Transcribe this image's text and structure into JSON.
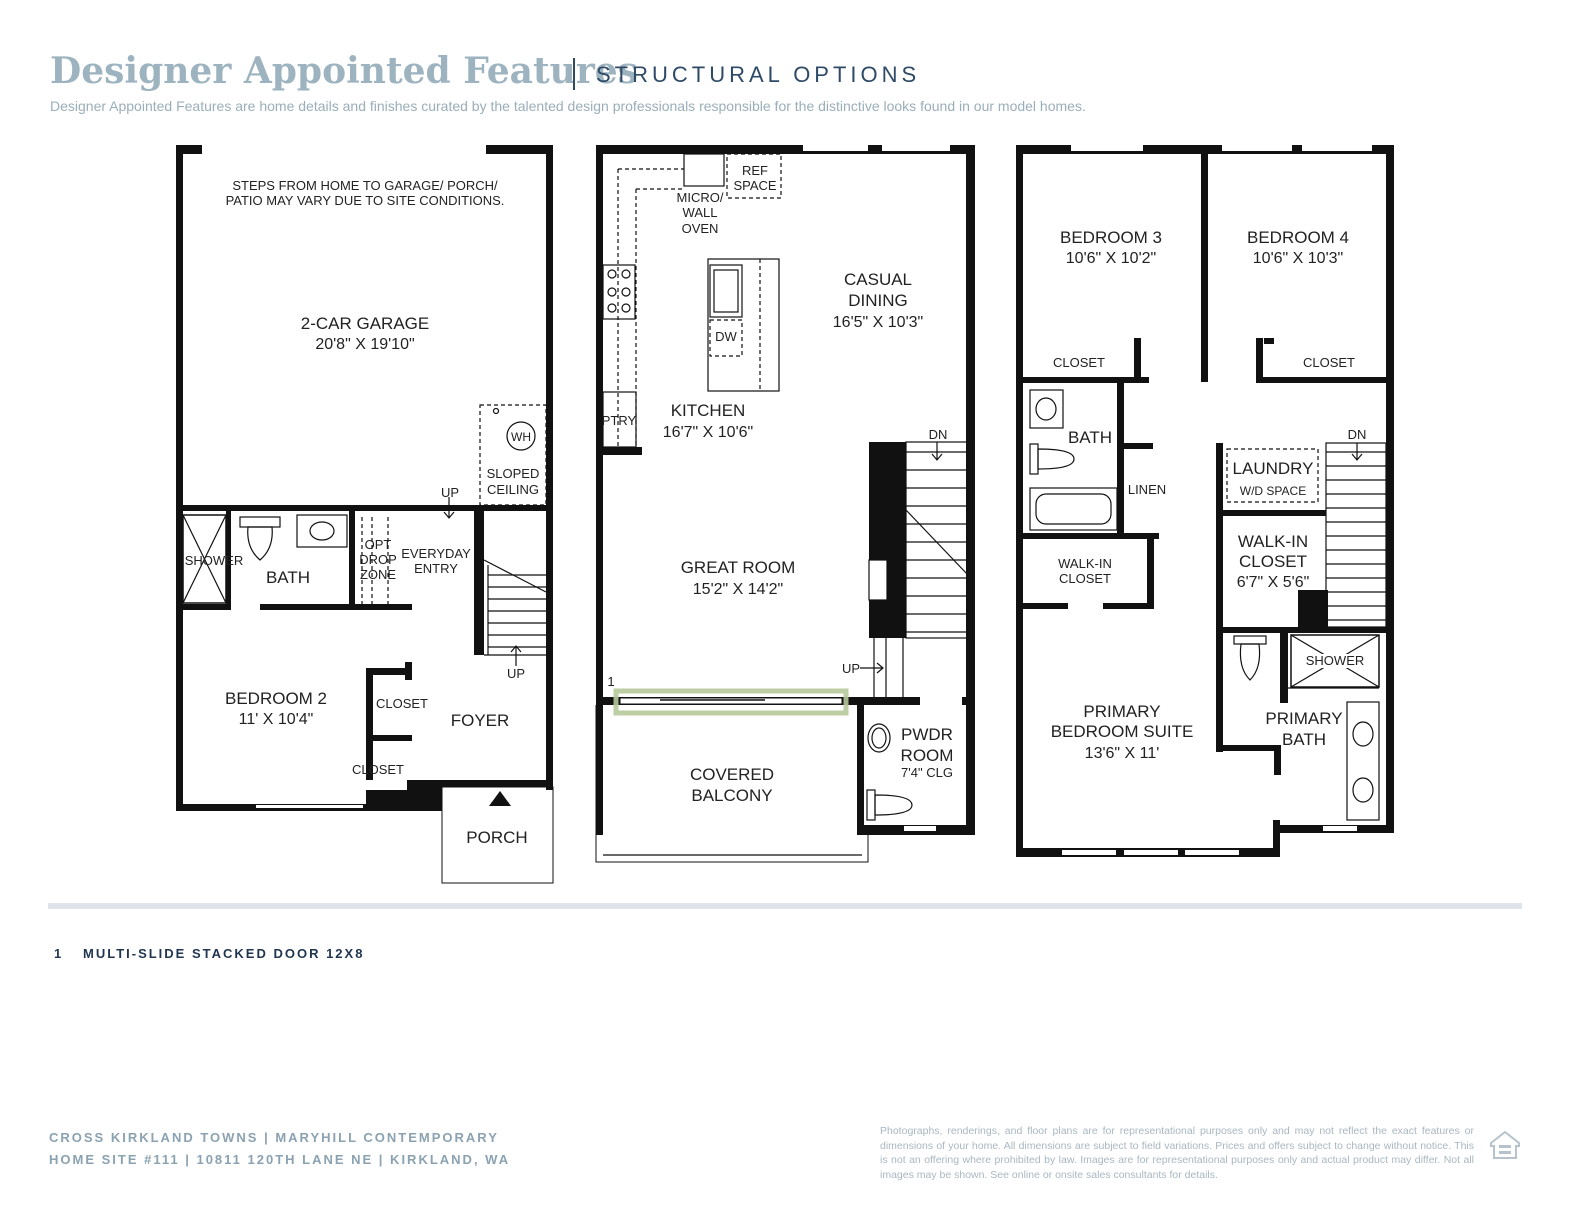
{
  "header": {
    "title": "Designer Appointed Features",
    "section": "STRUCTURAL OPTIONS",
    "subtitle": "Designer Appointed Features are home details and finishes curated by the talented design professionals responsible for the distinctive looks found in our model homes."
  },
  "plan": {
    "level1": {
      "note_line1": "STEPS FROM HOME TO GARAGE/ PORCH/",
      "note_line2": "PATIO MAY VARY DUE TO SITE CONDITIONS.",
      "garage_name": "2-CAR GARAGE",
      "garage_dim": "20'8\" X 19'10\"",
      "wh": "WH",
      "sloped1": "SLOPED",
      "sloped2": "CEILING",
      "up_top": "UP",
      "shower": "SHOWER",
      "bath": "BATH",
      "opt1": "OPT",
      "opt2": "DROP",
      "opt3": "ZONE",
      "everyday1": "EVERYDAY",
      "everyday2": "ENTRY",
      "up_stair": "UP",
      "bed2_name": "BEDROOM 2",
      "bed2_dim": "11' X 10'4\"",
      "closet_a": "CLOSET",
      "closet_b": "CLOSET",
      "foyer": "FOYER",
      "porch": "PORCH"
    },
    "level2": {
      "ref1": "REF",
      "ref2": "SPACE",
      "micro1": "MICRO/",
      "micro2": "WALL",
      "micro3": "OVEN",
      "casual1": "CASUAL",
      "casual2": "DINING",
      "casual_dim": "16'5\" X 10'3\"",
      "dw": "DW",
      "ptry": "PTRY",
      "kitchen_name": "KITCHEN",
      "kitchen_dim": "16'7\" X 10'6\"",
      "dn": "DN",
      "great_name": "GREAT ROOM",
      "great_dim": "15'2\" X 14'2\"",
      "up": "UP",
      "marker": "1",
      "balcony1": "COVERED",
      "balcony2": "BALCONY",
      "pwdr1": "PWDR",
      "pwdr2": "ROOM",
      "pwdr3": "7'4\" CLG"
    },
    "level3": {
      "bed3_name": "BEDROOM 3",
      "bed3_dim": "10'6\" X 10'2\"",
      "bed4_name": "BEDROOM 4",
      "bed4_dim": "10'6\" X 10'3\"",
      "closet_a": "CLOSET",
      "closet_b": "CLOSET",
      "bath": "BATH",
      "linen": "LINEN",
      "laundry1": "LAUNDRY",
      "laundry2": "W/D SPACE",
      "dn": "DN",
      "walkin1": "WALK-IN",
      "walkin2": "CLOSET",
      "walkin_b1": "WALK-IN",
      "walkin_b2": "CLOSET",
      "walkin_b3": "6'7\" X 5'6\"",
      "shower": "SHOWER",
      "primary1": "PRIMARY",
      "primary2": "BEDROOM SUITE",
      "primary3": "13'6\" X 11'",
      "pbath1": "PRIMARY",
      "pbath2": "BATH"
    }
  },
  "notes": {
    "number": "1",
    "text": "MULTI-SLIDE STACKED DOOR 12X8"
  },
  "footer": {
    "line1": "CROSS KIRKLAND TOWNS  |  MARYHILL CONTEMPORARY",
    "line2": "HOME SITE #111  |  10811 120TH LANE NE  |  KIRKLAND, WA",
    "disclaimer": "Photographs, renderings, and floor plans are for representational purposes only and may not reflect the exact features or dimensions of your home. All dimensions are subject to field variations. Prices and offers subject to change without notice. This is not an offering where prohibited by law. Images are for representational purposes only and actual product may differ. Not all images may be shown. See online or onsite sales consultants for details."
  },
  "colors": {
    "title": "#9db3bf",
    "section": "#2e4a66",
    "highlight": "#b7c99a",
    "footer": "#8aa2b1"
  }
}
